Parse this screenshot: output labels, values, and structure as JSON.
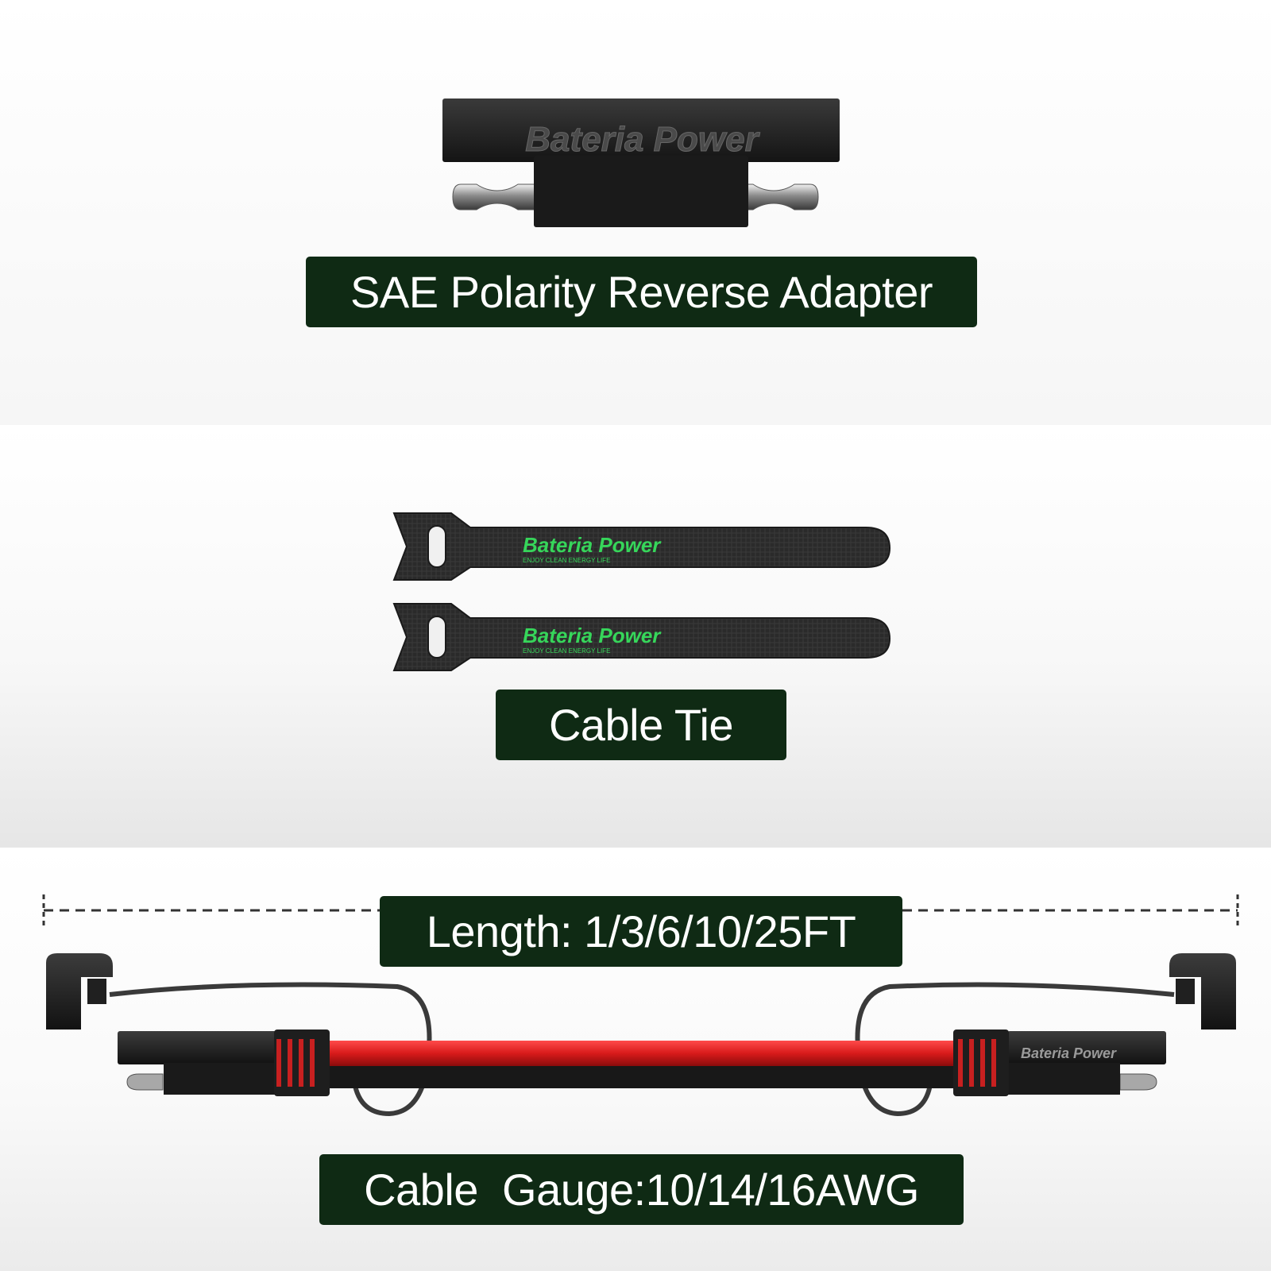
{
  "brand": {
    "name": "Bateria Power",
    "slogan": "ENJOY CLEAN ENERGY LIFE"
  },
  "sections": {
    "adapter": {
      "label": "SAE Polarity Reverse Adapter"
    },
    "cable_tie": {
      "label": "Cable Tie"
    },
    "cable": {
      "length_label": "Length: 1/3/6/10/25FT",
      "gauge_label": "Cable  Gauge:10/14/16AWG"
    }
  },
  "colors": {
    "label_bg": "#0f2a14",
    "label_text": "#ffffff",
    "brand_green": "#36d65a",
    "wire_red": "#d81a1a",
    "plastic_black": "#1e1e1e"
  }
}
